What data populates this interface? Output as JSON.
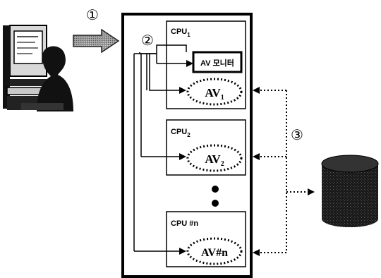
{
  "markers": {
    "step1": "①",
    "step2": "②",
    "step3": "③"
  },
  "cpus": [
    {
      "label_main": "CPU",
      "label_sub": "1",
      "av_main": "AV",
      "av_sub": "1"
    },
    {
      "label_main": "CPU",
      "label_sub": "2",
      "av_main": "AV",
      "av_sub": "2"
    },
    {
      "label_main": "CPU #n",
      "label_sub": "",
      "av_main": "AV#n",
      "av_sub": ""
    }
  ],
  "monitor_box": {
    "label": "AV 모니터"
  },
  "ellipsis": "⋮",
  "icons": [
    "user-workstation-icon",
    "database-icon",
    "thick-arrow-icon"
  ]
}
